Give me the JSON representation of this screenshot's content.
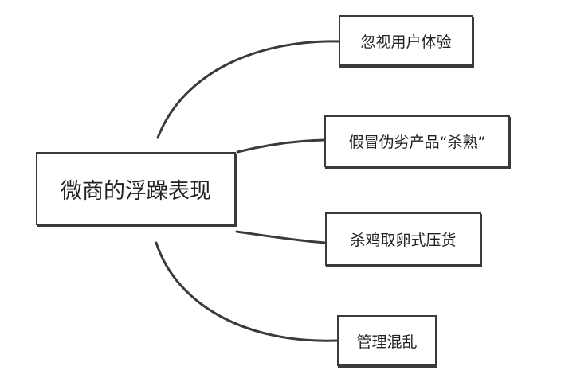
{
  "diagram": {
    "root": {
      "label": "微商的浮躁表现"
    },
    "branches": [
      {
        "label": "忽视用户体验"
      },
      {
        "label": "假冒伪劣产品“杀熟”"
      },
      {
        "label": "杀鸡取卵式压货"
      },
      {
        "label": "管理混乱"
      }
    ],
    "colors": {
      "stroke": "#3a3a3a",
      "text": "#222222",
      "background": "#ffffff"
    }
  }
}
